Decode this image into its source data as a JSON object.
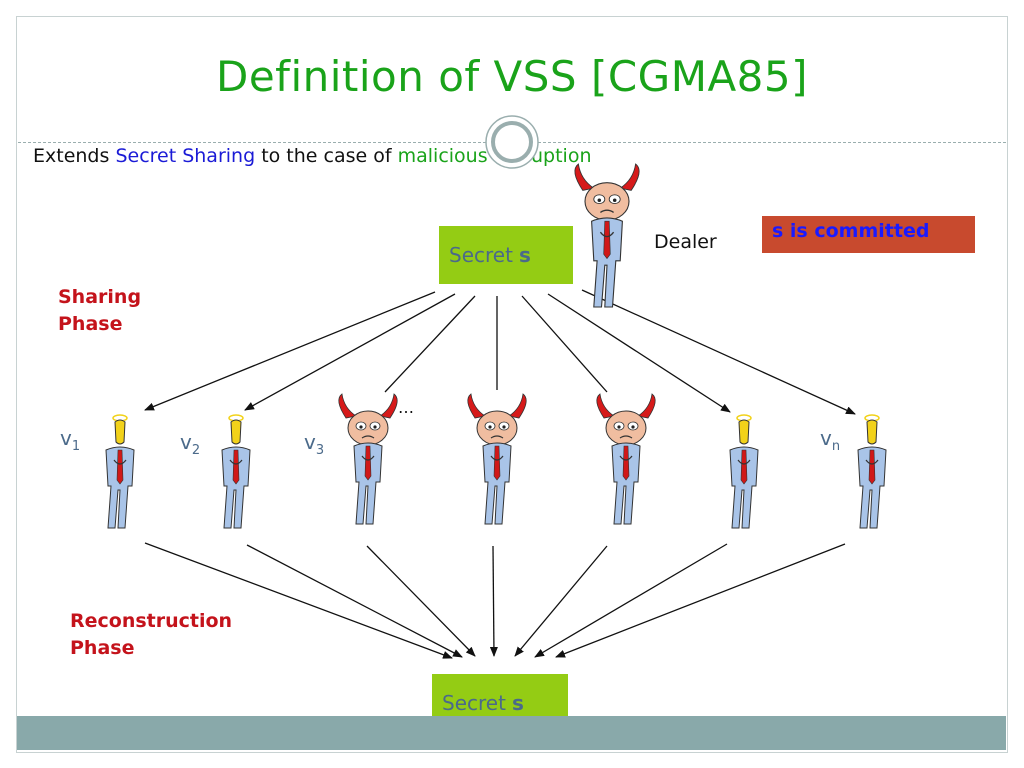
{
  "title": "Definition of VSS [CGMA85]",
  "subtitle": {
    "prefix": "Extends ",
    "secret_sharing": "Secret Sharing",
    "middle": " to the case of ",
    "malicious": "malicious corruption"
  },
  "dealer_label": "Dealer",
  "committed_label": "s is committed",
  "secret_top": {
    "text": "Secret",
    "var": "s"
  },
  "secret_bottom": {
    "text": "Secret",
    "var": "s"
  },
  "sharing_phase": {
    "line1": "Sharing",
    "line2": "Phase"
  },
  "reconstruction_phase": {
    "line1": "Reconstruction",
    "line2": "Phase"
  },
  "ellipsis": "…",
  "parties": [
    {
      "var": "v",
      "sub": "1",
      "type": "honest"
    },
    {
      "var": "v",
      "sub": "2",
      "type": "honest"
    },
    {
      "var": "v",
      "sub": "3",
      "type": "corrupt"
    },
    {
      "var": "",
      "sub": "",
      "type": "corrupt"
    },
    {
      "var": "",
      "sub": "",
      "type": "corrupt"
    },
    {
      "var": "",
      "sub": "",
      "type": "honest"
    },
    {
      "var": "v",
      "sub": "n",
      "type": "honest"
    }
  ],
  "colors": {
    "title": "#1aa31a",
    "secret_box": "#94cc14",
    "committed_bg": "#c84a2e",
    "committed_text": "#1a1aff",
    "phase_text": "#c4131b",
    "footer": "#89a9aa"
  }
}
